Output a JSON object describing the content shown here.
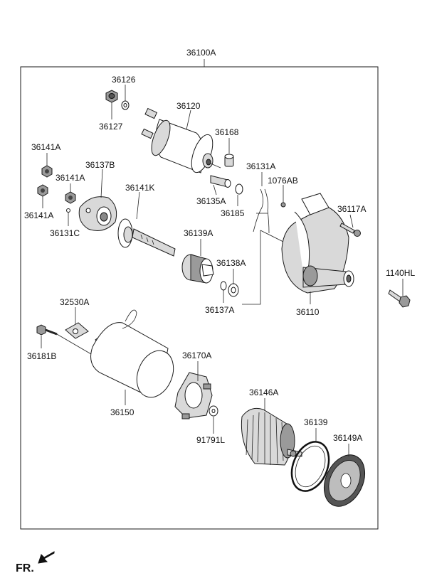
{
  "diagram": {
    "assembly_label": "36100A",
    "parts": [
      {
        "id": "p36126",
        "label": "36126"
      },
      {
        "id": "p36127",
        "label": "36127"
      },
      {
        "id": "p36120",
        "label": "36120"
      },
      {
        "id": "p36168",
        "label": "36168"
      },
      {
        "id": "p36141A_1",
        "label": "36141A"
      },
      {
        "id": "p36137B",
        "label": "36137B"
      },
      {
        "id": "p36141A_2",
        "label": "36141A"
      },
      {
        "id": "p36141A_3",
        "label": "36141A"
      },
      {
        "id": "p36131C",
        "label": "36131C"
      },
      {
        "id": "p36141K",
        "label": "36141K"
      },
      {
        "id": "p36131A",
        "label": "36131A"
      },
      {
        "id": "p1076AB",
        "label": "1076AB"
      },
      {
        "id": "p36135A",
        "label": "36135A"
      },
      {
        "id": "p36185",
        "label": "36185"
      },
      {
        "id": "p36117A",
        "label": "36117A"
      },
      {
        "id": "p36139A",
        "label": "36139A"
      },
      {
        "id": "p36138A",
        "label": "36138A"
      },
      {
        "id": "p36137A",
        "label": "36137A"
      },
      {
        "id": "p1140HL",
        "label": "1140HL"
      },
      {
        "id": "p36110",
        "label": "36110"
      },
      {
        "id": "p32530A",
        "label": "32530A"
      },
      {
        "id": "p36181B",
        "label": "36181B"
      },
      {
        "id": "p36170A",
        "label": "36170A"
      },
      {
        "id": "p36150",
        "label": "36150"
      },
      {
        "id": "p36146A",
        "label": "36146A"
      },
      {
        "id": "p91791L",
        "label": "91791L"
      },
      {
        "id": "p36139",
        "label": "36139"
      },
      {
        "id": "p36149A",
        "label": "36149A"
      }
    ],
    "direction_label": "FR."
  }
}
